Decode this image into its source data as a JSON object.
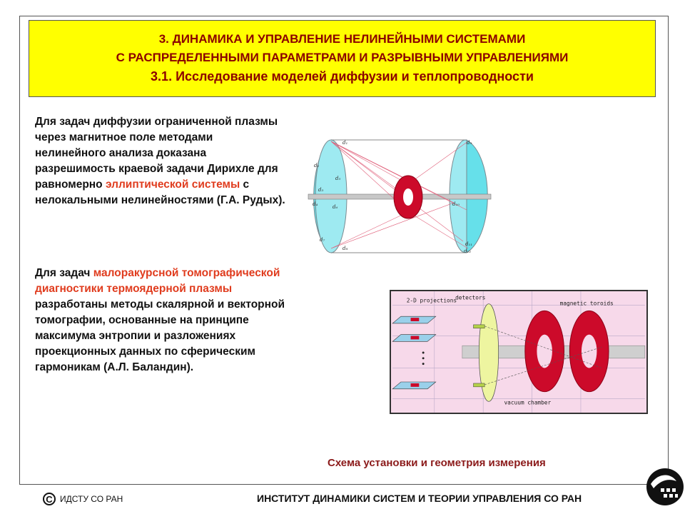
{
  "header": {
    "line1": "3. ДИНАМИКА И УПРАВЛЕНИЕ НЕЛИНЕЙНЫМИ СИСТЕМАМИ",
    "line2": "С РАСПРЕДЕЛЕННЫМИ ПАРАМЕТРАМИ И РАЗРЫВНЫМИ УПРАВЛЕНИЯМИ",
    "line3": "3.1. Исследование моделей диффузии и теплопроводности"
  },
  "paragraph1": {
    "part1": "Для задач диффузии ограниченной плазмы через магнитное поле методами нелинейного анализа доказана разрешимость краевой задачи Дирихле для равномерно ",
    "highlight": "эллиптической системы",
    "part2": " с нелокальными нелинейностями (Г.А. Рудых)."
  },
  "paragraph2": {
    "part1": "Для задач ",
    "highlight": "малоракурсной томографической диагностики термоядерной плазмы",
    "part2": " разработаны методы скалярной и векторной томографии, основанные на принципе максимума энтропии и разложениях проекционных данных по сферическим гармоникам (А.Л. Баландин)."
  },
  "figure1": {
    "labels": [
      "d₁",
      "d₂",
      "d₃",
      "d₄",
      "d₅",
      "d₆",
      "d₇",
      "d₈",
      "d₉",
      "d₁₀",
      "d₁₁",
      "d₁₂"
    ]
  },
  "figure2": {
    "projections_label": "2-D projections",
    "detectors_label": "detectors",
    "toroids_label": "magnetic toroids",
    "chamber_label": "vacuum chamber"
  },
  "caption": "Схема установки и геометрия измерения",
  "footer": {
    "copyright_symbol": "C",
    "org_short": "ИДСТУ СО РАН",
    "institute": "ИНСТИТУТ ДИНАМИКИ СИСТЕМ И ТЕОРИИ УПРАВЛЕНИЯ СО РАН"
  },
  "colors": {
    "banner": "#ffff00",
    "title": "#8b0000",
    "highlight": "#e03c1e",
    "cyan": "#66e0ea",
    "toroid": "#cc0a2a"
  }
}
